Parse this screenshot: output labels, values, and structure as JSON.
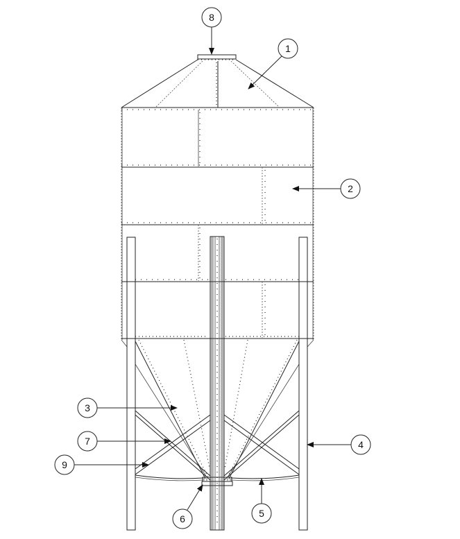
{
  "diagram": {
    "subject": "Hopper-bottom grain silo, elevation view",
    "callouts": [
      {
        "id": "callout-8",
        "label": "8",
        "part": "roof-cap"
      },
      {
        "id": "callout-1",
        "label": "1",
        "part": "roof"
      },
      {
        "id": "callout-2",
        "label": "2",
        "part": "wall-sheet"
      },
      {
        "id": "callout-3",
        "label": "3",
        "part": "hopper-cone"
      },
      {
        "id": "callout-7",
        "label": "7",
        "part": "hopper-brace"
      },
      {
        "id": "callout-9",
        "label": "9",
        "part": "cross-brace"
      },
      {
        "id": "callout-4",
        "label": "4",
        "part": "leg"
      },
      {
        "id": "callout-6",
        "label": "6",
        "part": "discharge-outlet"
      },
      {
        "id": "callout-5",
        "label": "5",
        "part": "ring-tie"
      }
    ]
  }
}
